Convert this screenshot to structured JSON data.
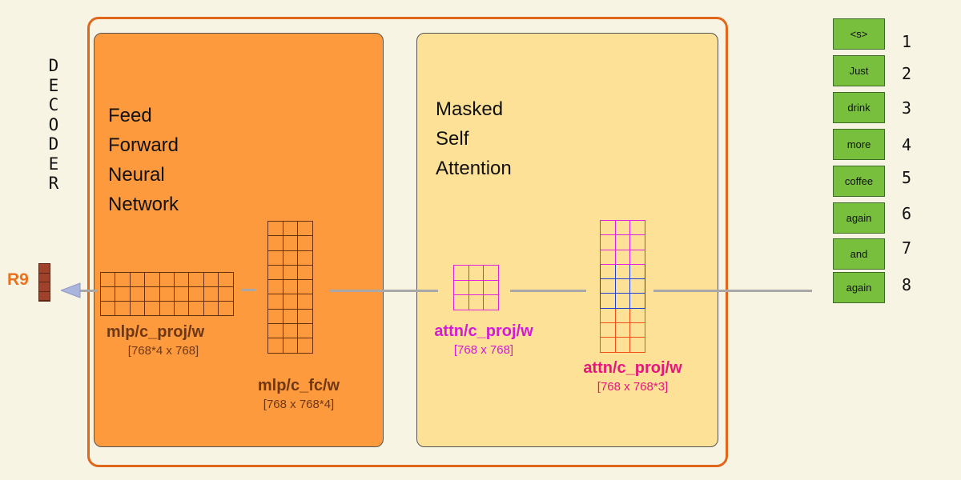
{
  "decoder_label": "DECODER",
  "output_label": "R9",
  "ffnn": {
    "title_lines": [
      "Feed",
      "Forward",
      "Neural",
      "Network"
    ],
    "mlp_c_proj": {
      "name": "mlp/c_proj/w",
      "dims": "[768*4 x 768]"
    },
    "mlp_c_fc": {
      "name": "mlp/c_fc/w",
      "dims": "[768 x 768*4]"
    }
  },
  "attention": {
    "title_lines": [
      "Masked",
      "Self",
      "Attention"
    ],
    "attn_c_proj": {
      "name": "attn/c_proj/w",
      "dims": "[768 x 768]"
    },
    "attn_c_attn": {
      "name": "attn/c_proj/w",
      "dims": "[768 x 768*3]"
    }
  },
  "tokens": [
    {
      "text": "<s>",
      "index": "1"
    },
    {
      "text": "Just",
      "index": "2"
    },
    {
      "text": "drink",
      "index": "3"
    },
    {
      "text": "more",
      "index": "4"
    },
    {
      "text": "coffee",
      "index": "5"
    },
    {
      "text": "again",
      "index": "6"
    },
    {
      "text": "and",
      "index": "7"
    },
    {
      "text": "again",
      "index": "8"
    }
  ],
  "colors": {
    "ffnn_block": "#fe9a3e",
    "attention_block": "#fde196",
    "outer_border": "#e0661c",
    "token_fill": "#78bf3e",
    "mlp_grid": "#6b2f10",
    "attn_proj_grid": "#e020e0",
    "query_grid": "#e020e0",
    "key_grid": "#1f3fd6",
    "value_grid": "#f24f17",
    "output_block": "#a0422a"
  }
}
